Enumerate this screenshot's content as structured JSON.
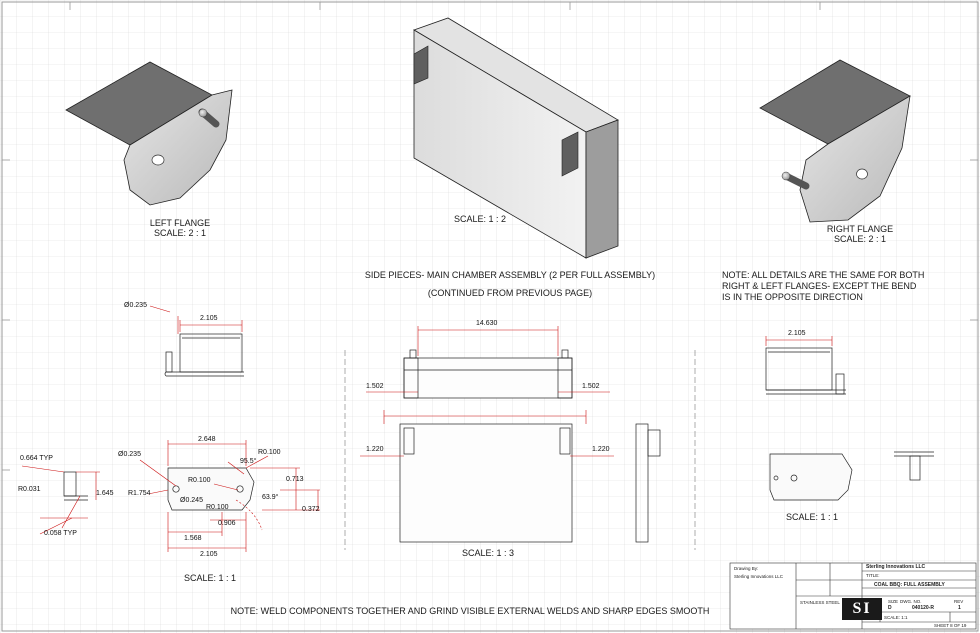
{
  "views": {
    "left_flange": {
      "title": "LEFT FLANGE",
      "scale": "SCALE: 2 : 1"
    },
    "main_chamber": {
      "scale": "SCALE: 1 : 2"
    },
    "right_flange": {
      "title": "RIGHT FLANGE",
      "scale": "SCALE: 2 : 1"
    },
    "heading_line1": "SIDE PIECES- MAIN CHAMBER ASSEMBLY (2 PER FULL ASSEMBLY)",
    "heading_line2": "(CONTINUED FROM PREVIOUS PAGE)",
    "note_line1": "NOTE: ALL DETAILS ARE THE SAME FOR BOTH",
    "note_line2": "RIGHT & LEFT FLANGES- EXCEPT THE BEND",
    "note_line3": "IS IN THE OPPOSITE DIRECTION",
    "scale_left_detail": "SCALE: 1 : 1",
    "scale_center": "SCALE: 1 : 3",
    "scale_right_detail": "SCALE: 1 : 1",
    "bottom_note": "NOTE: WELD COMPONENTS TOGETHER AND GRIND VISIBLE EXTERNAL WELDS AND SHARP EDGES SMOOTH"
  },
  "dimensions": {
    "d_0235_top": "Ø0.235",
    "d_2105_top": "2.105",
    "d_2648": "2.648",
    "d_0235_mid": "Ø0.235",
    "d_r0100_a": "R0.100",
    "d_955": "95.5°",
    "d_0664": "0.664 TYP",
    "d_r0031": "R0.031",
    "d_1645": "1.645",
    "d_r1754": "R1.754",
    "d_r0100_b": "R0.100",
    "d_0245": "Ø0.245",
    "d_0713": "0.713",
    "d_639": "63.9°",
    "d_r0100_c": "R0.100",
    "d_0372": "0.372",
    "d_0906": "0.906",
    "d_0058": "0.058 TYP",
    "d_1568": "1.568",
    "d_2105_bot": "2.105",
    "d_14630": "14.630",
    "d_1502_l": "1.502",
    "d_1502_r": "1.502",
    "d_1220_l": "1.220",
    "d_1220_r": "1.220",
    "d_2105_right": "2.105"
  },
  "title_block": {
    "company": "Sterling Innovations LLC",
    "title_label": "TITLE:",
    "title": "COAL BBQ: FULL ASSEMBLY",
    "size_label": "SIZE",
    "size": "D",
    "dwg_label": "DWG. NO.",
    "dwg_no": "040120-R",
    "rev_label": "REV",
    "rev": "1",
    "scale": "SCALE: 1:1",
    "sheet": "SHEET 8 OF 19",
    "logo": "SI",
    "drawn_by_label": "Drawing By:",
    "drawn_by_company": "Sterling Innovations LLC",
    "material": "STAINLESS STEEL"
  },
  "colors": {
    "grid": "#d7d7d7",
    "line": "#2a2a2a",
    "dim": "#cc1111",
    "part": "#c9c9c9"
  }
}
